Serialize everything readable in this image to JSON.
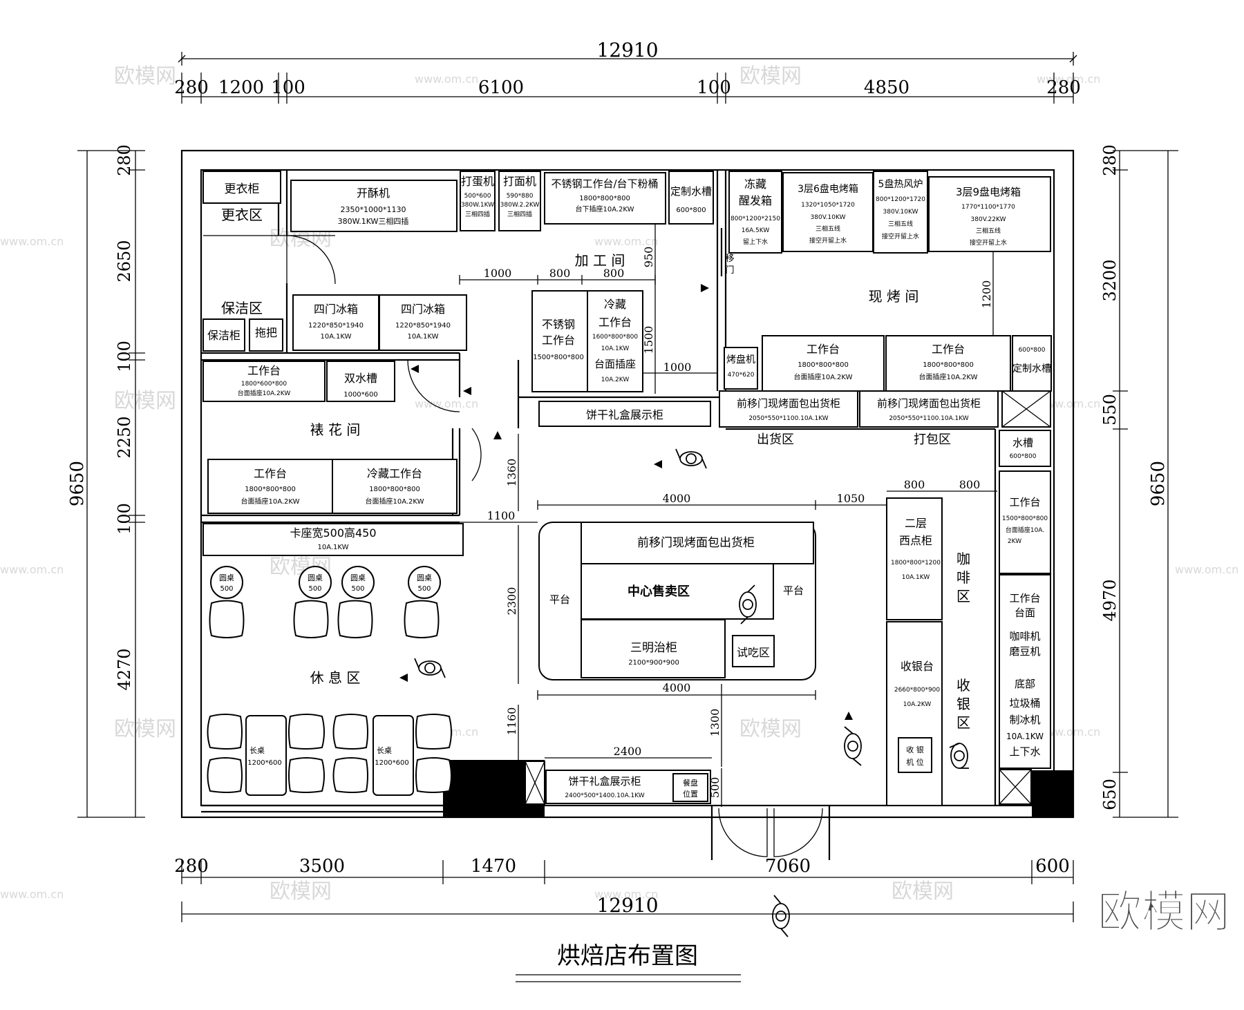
{
  "title": "烘焙店布置图",
  "brand_watermark": "欧模网",
  "watermark_url": "www.om.cn",
  "dimensions": {
    "top_total": "12910",
    "top_segments": [
      "280",
      "1200",
      "100",
      "6100",
      "100",
      "4850",
      "280"
    ],
    "bottom_total": "12910",
    "bottom_segments": [
      "280",
      "3500",
      "1470",
      "7060",
      "600"
    ],
    "left_total": "9650",
    "left_segments": [
      "280",
      "2650",
      "100",
      "2250",
      "100",
      "4270"
    ],
    "right_total": "9650",
    "right_segments": [
      "280",
      "3200",
      "550",
      "4970",
      "650"
    ],
    "inner": {
      "d1000a": "1000",
      "d800a": "800",
      "d800b": "800",
      "d950": "950",
      "d1500": "1500",
      "d1000b": "1000",
      "d1200": "1200",
      "d1360": "1360",
      "d1100": "1100",
      "d4000top": "4000",
      "d1050": "1050",
      "d800c": "800",
      "d800d": "800",
      "d2300": "2300",
      "d4000bot": "4000",
      "d1160": "1160",
      "d1300": "1300",
      "d2400": "2400",
      "d500": "500"
    }
  },
  "zones": {
    "changing_area": "更衣区",
    "cleaning_area": "保洁区",
    "processing_room": "加 工 间",
    "baking_room": "现 烤 间",
    "decorating_room": "裱 花 间",
    "shipping_area": "出货区",
    "packing_area": "打包区",
    "rest_area": "休 息 区",
    "coffee_area": [
      "咖",
      "啡",
      "区"
    ],
    "cashier_area": [
      "收",
      "银",
      "区"
    ],
    "tasting_area": "试吃区",
    "center_sales": "中心售卖区"
  },
  "fixtures": {
    "locker": "更衣柜",
    "cleaning_cabinet": "保洁柜",
    "mop": "拖把",
    "sheeter": {
      "name": "开酥机",
      "spec1": "2350*1000*1130",
      "spec2": "380W.1KW三相四插"
    },
    "egg_beater": {
      "name": "打蛋机",
      "spec1": "500*600",
      "spec2": "380W.1KW",
      "spec3": "三相四插"
    },
    "dough_mixer": {
      "name": "打面机",
      "spec1": "590*880",
      "spec2": "380W.2.2KW",
      "spec3": "三相四插"
    },
    "ss_bench_top": {
      "name": "不锈钢工作台/台下粉桶",
      "spec1": "1800*800*800",
      "spec2": "台下插座10A.2KW"
    },
    "custom_sink_1": {
      "name": "定制水槽",
      "spec1": "600*800"
    },
    "freezer_proofer": {
      "name1": "冻藏",
      "name2": "醒发箱",
      "spec1": "800*1200*2150",
      "spec2": "16A.5KW",
      "spec3": "留上下水"
    },
    "oven_3_6": {
      "name": "3层6盘电烤箱",
      "spec1": "1320*1050*1720",
      "spec2": "380V.10KW",
      "spec3": "三相五线",
      "spec4": "接空开留上水"
    },
    "convection_5": {
      "name": "5盘热风炉",
      "spec1": "800*1200*1720",
      "spec2": "380V.10KW",
      "spec3": "三相五线",
      "spec4": "接空开留上水"
    },
    "oven_3_9": {
      "name": "3层9盘电烤箱",
      "spec1": "1770*1100*1770",
      "spec2": "380V.22KW",
      "spec3": "三相五线",
      "spec4": "接空开留上水"
    },
    "sliding_door": {
      "c1": "移",
      "c2": "门"
    },
    "fridge_1": {
      "name": "四门冰箱",
      "spec1": "1220*850*1940",
      "spec2": "10A.1KW"
    },
    "fridge_2": {
      "name": "四门冰箱",
      "spec1": "1220*850*1940",
      "spec2": "10A.1KW"
    },
    "ss_bench": {
      "name1": "不锈钢",
      "name2": "工作台",
      "spec": "1500*800*800"
    },
    "chilled_bench": {
      "name1": "冷藏",
      "name2": "工作台",
      "spec1": "1600*800*800",
      "spec2": "10A.1KW",
      "name3": "台面插座",
      "spec3": "10A.2KW"
    },
    "tray_rack": {
      "name": "烤盘机",
      "spec": "470*620"
    },
    "bench_bake_1": {
      "name": "工作台",
      "spec1": "1800*800*800",
      "spec2": "台面插座10A.2KW"
    },
    "bench_bake_2": {
      "name": "工作台",
      "spec1": "1800*800*800",
      "spec2": "台面插座10A.2KW"
    },
    "custom_sink_2": {
      "spec": "600*800",
      "name": "定制水槽"
    },
    "bench_decor_top": {
      "name": "工作台",
      "spec1": "1800*600*800",
      "spec2": "台面插座10A.2KW"
    },
    "double_sink": {
      "name": "双水槽",
      "spec": "1000*600"
    },
    "biscuit_display_1": "饼干礼盒展示柜",
    "bread_counter_1": {
      "name": "前移门现烤面包出货柜",
      "spec": "2050*550*1100.10A.1KW"
    },
    "bread_counter_2": {
      "name": "前移门现烤面包出货柜",
      "spec": "2050*550*1100.10A.1KW"
    },
    "sink_right": {
      "name": "水槽",
      "spec": "600*800"
    },
    "bench_decor_1": {
      "name": "工作台",
      "spec1": "1800*800*800",
      "spec2": "台面插座10A.2KW"
    },
    "bench_decor_2": {
      "name": "冷藏工作台",
      "spec1": "1800*800*800",
      "spec2": "台面插座10A.2KW"
    },
    "booth_seat": {
      "name": "卡座宽500高450",
      "spec": "10A.1KW"
    },
    "round_table": {
      "name": "圆桌",
      "size": "500"
    },
    "long_table": {
      "name": "长桌",
      "size": "1200*600"
    },
    "center_counter": "前移门现烤面包出货柜",
    "platform": "平台",
    "sandwich": {
      "name": "三明治柜",
      "spec": "2100*900*900"
    },
    "pastry_cabinet": {
      "name1": "二层",
      "name2": "西点柜",
      "spec1": "1800*800*1200",
      "spec2": "10A.1KW"
    },
    "cash_counter": {
      "name": "收银台",
      "spec1": "2660*800*900",
      "spec2": "10A.2KW"
    },
    "cash_register": {
      "l1": "收 银",
      "l2": "机 位"
    },
    "bench_right_1": {
      "name": "工作台",
      "spec1": "1500*800*800",
      "spec2": "台面插座10A.",
      "spec3": "2KW"
    },
    "bench_right_2": {
      "lines": [
        "工作台",
        "台面",
        "咖啡机",
        "磨豆机",
        "底部",
        "垃圾桶",
        "制冰机",
        "10A.1KW",
        "上下水"
      ]
    },
    "biscuit_display_2": {
      "name": "饼干礼盒展示柜",
      "spec": "2400*500*1400.10A.1KW"
    },
    "tray_place": {
      "l1": "餐盘",
      "l2": "位置"
    }
  }
}
